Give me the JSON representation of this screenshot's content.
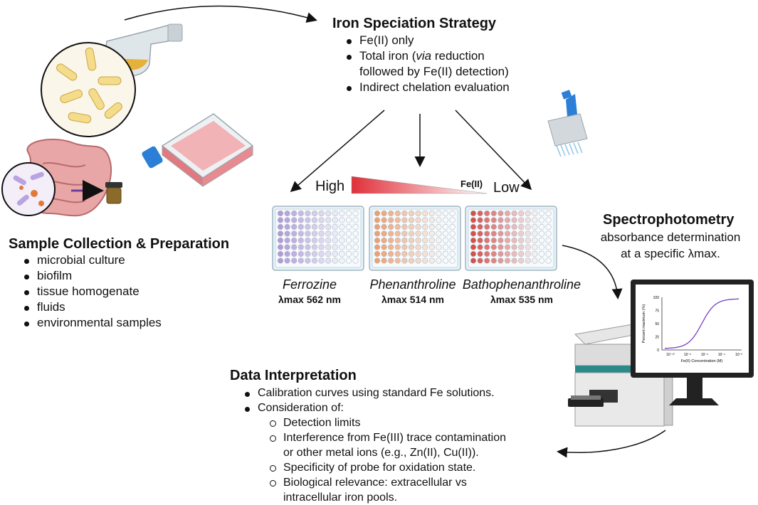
{
  "sample": {
    "title": "Sample Collection & Preparation",
    "items": [
      "microbial culture",
      "biofilm",
      "tissue homogenate",
      "fluids",
      "environmental samples"
    ]
  },
  "iron": {
    "title": "Iron Speciation Strategy",
    "item1": "Fe(II) only",
    "item2_pre": "Total iron (",
    "item2_em": "via",
    "item2_post": " reduction",
    "item2_line2": "followed by Fe(II) detection)",
    "item3": "Indirect chelation evaluation"
  },
  "gradient": {
    "high": "High",
    "low": "Low",
    "fe": "Fe(II)"
  },
  "probes": [
    {
      "name": "Ferrozine",
      "lmax": "λmax 562 nm"
    },
    {
      "name": "Phenanthroline",
      "lmax": "λmax 514 nm"
    },
    {
      "name": "Bathophenanthroline",
      "lmax": "λmax 535 nm"
    }
  ],
  "spectro": {
    "title": "Spectrophotometry",
    "line1": "absorbance determination",
    "line2": "at a specific λmax."
  },
  "plot": {
    "ylabel": "Percent maximum (%)",
    "xlabel": "Fe(II) Concentration (M)",
    "yticks": [
      "100",
      "75",
      "50",
      "25",
      "0"
    ],
    "xticks": [
      "10⁻¹⁰",
      "10⁻⁸",
      "10⁻⁶",
      "10⁻⁴",
      "10⁻²"
    ]
  },
  "data_interp": {
    "title": "Data Interpretation",
    "item1": "Calibration curves using standard Fe solutions.",
    "item2": "Consideration of:",
    "sub": [
      "Detection limits",
      "Interference from Fe(III) trace contamination",
      "or other metal ions (e.g., Zn(II), Cu(II)).",
      "Specificity of probe for oxidation state.",
      "Biological relevance: extracellular vs",
      "intracellular iron pools."
    ]
  },
  "colors": {
    "ferrozine": "#b49ad8",
    "phenanthroline": "#f0a070",
    "bathophenanthroline": "#d9504a",
    "curve": "#7a3fbf"
  }
}
